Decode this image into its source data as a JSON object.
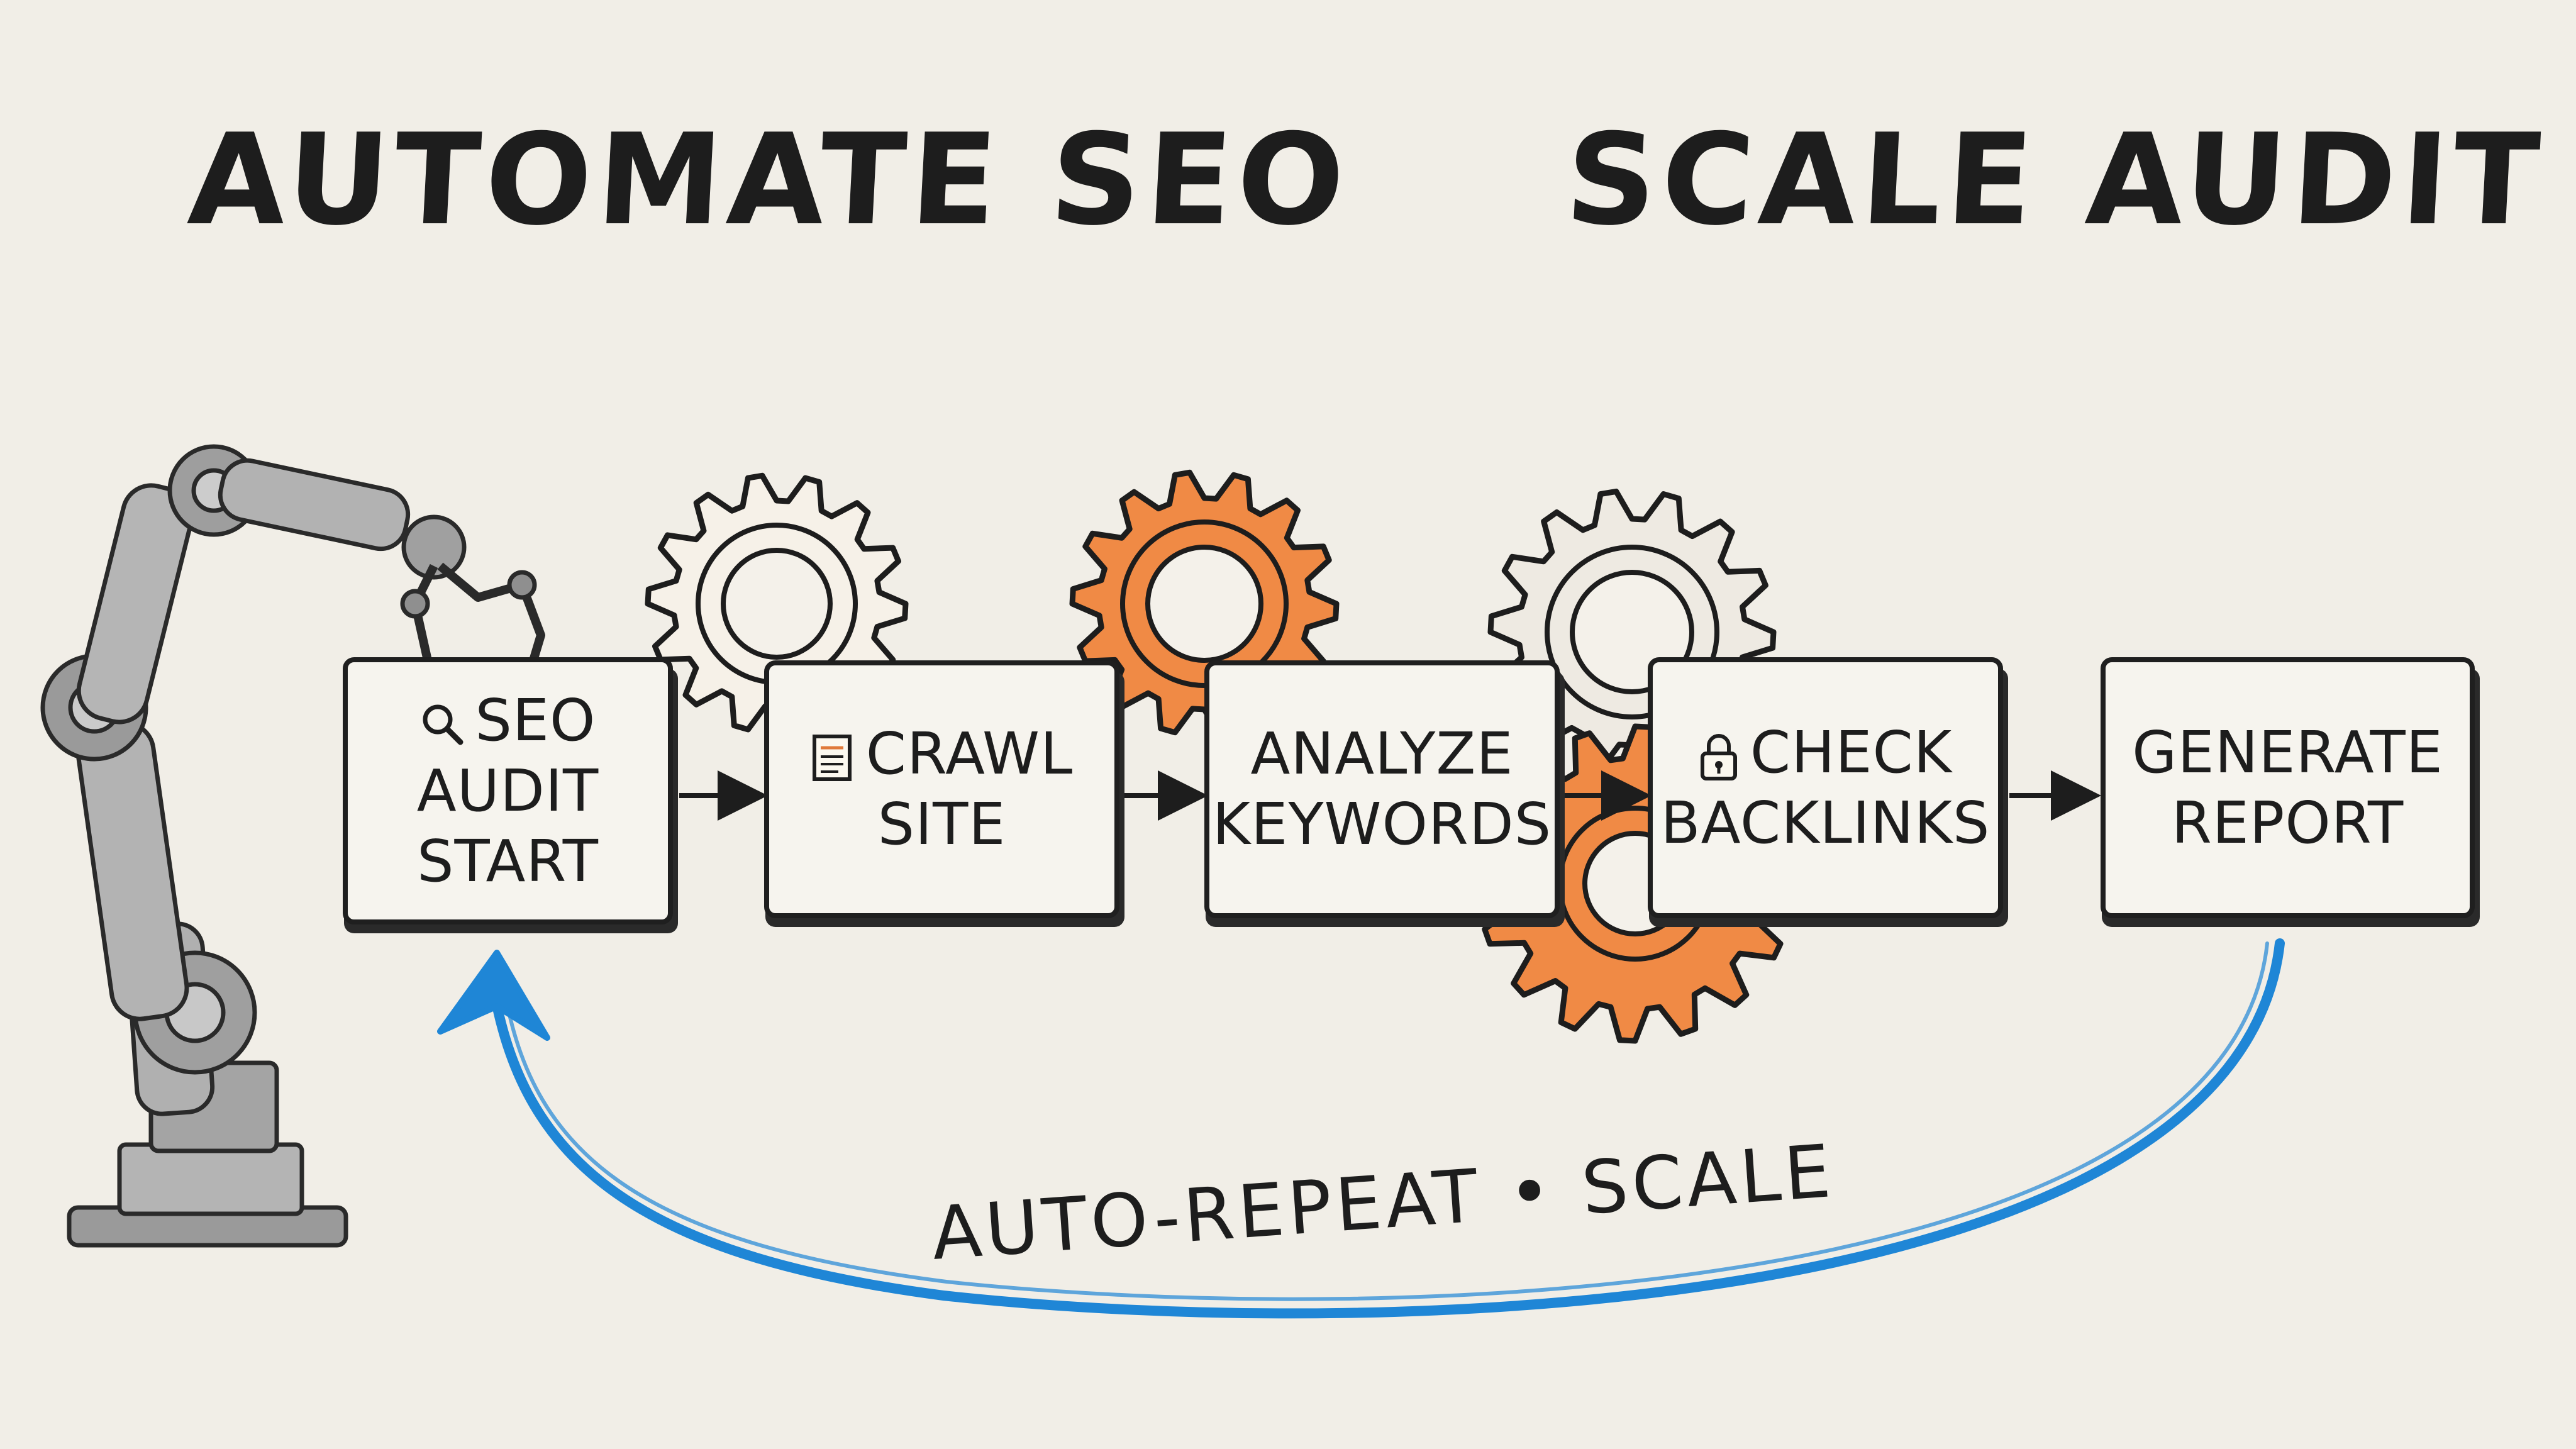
{
  "titles": {
    "left": "AUTOMATE SEO",
    "right": "SCALE AUDIT"
  },
  "steps": [
    {
      "line1": "SEO",
      "line2": "AUDIT",
      "line3": "START",
      "icon": "magnifier-icon"
    },
    {
      "line1": "CRAWL",
      "line2": "SITE",
      "icon": "document-icon"
    },
    {
      "line1": "ANALYZE",
      "line2": "KEYWORDS",
      "icon": ""
    },
    {
      "line1": "CHECK",
      "line2": "BACKLINKS",
      "icon": "padlock-icon"
    },
    {
      "line1": "GENERATE",
      "line2": "REPORT",
      "icon": ""
    }
  ],
  "loop_label": "AUTO-REPEAT • SCALE",
  "colors": {
    "ink": "#1d1d1d",
    "paper": "#f1eee7",
    "gear_orange": "#f08a45",
    "loop_blue": "#1f86d6",
    "robot_gray": "#9c9c9c"
  }
}
